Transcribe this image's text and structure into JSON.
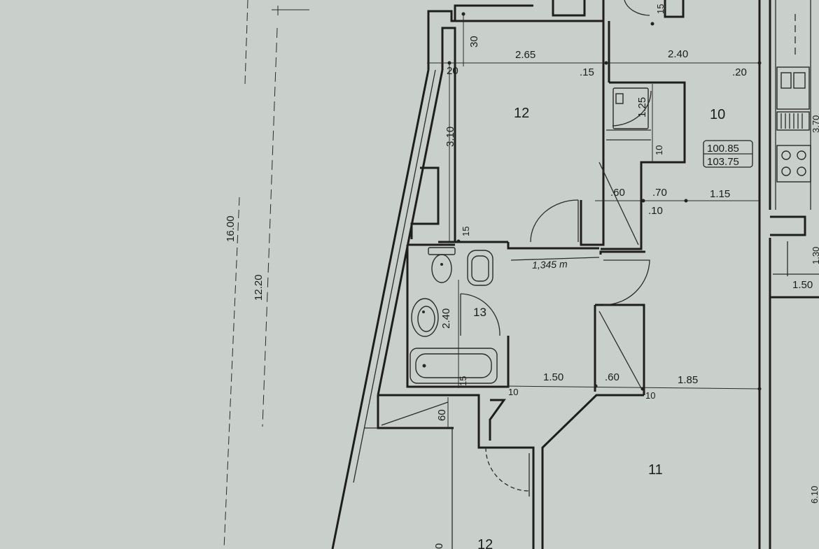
{
  "rooms": {
    "r12_top": "12",
    "r10": "10",
    "r13": "13",
    "r11": "11",
    "r12_bottom": "12"
  },
  "levels": {
    "upper": "100.85",
    "lower": "103.75"
  },
  "dims": {
    "overall_height": "16.00",
    "inner_height": "12.20",
    "d_2_65": "2.65",
    "d_2_40": "2.40",
    "d_30": "30",
    "d_20_left": "20",
    "d_15_mid": ".15",
    "d_20_right": ".20",
    "d_3_10": "3.10",
    "d_1_25": "1.25",
    "d_10_closet": "10",
    "d_60_top": ".60",
    "d_70": ".70",
    "d_1_15": "1.15",
    "d_10_top": ".10",
    "d_15_wall": "15",
    "d_2_40_bath": "2.40",
    "d_15_bath": "15",
    "d_1_50": "1.50",
    "d_60_bottom": ".60",
    "d_1_85": "1.85",
    "d_10_a": "10",
    "d_10_b": "10",
    "d_60_bottom_left": "60",
    "d_15_top_corner": "15",
    "d_1_50_right": "1.50",
    "d_1_30_right": "1.30",
    "d_3_70_right": "3.70",
    "d_bottom_0": "0",
    "d_right_edge": "6.10"
  },
  "handwritten_note": "1,345 m"
}
